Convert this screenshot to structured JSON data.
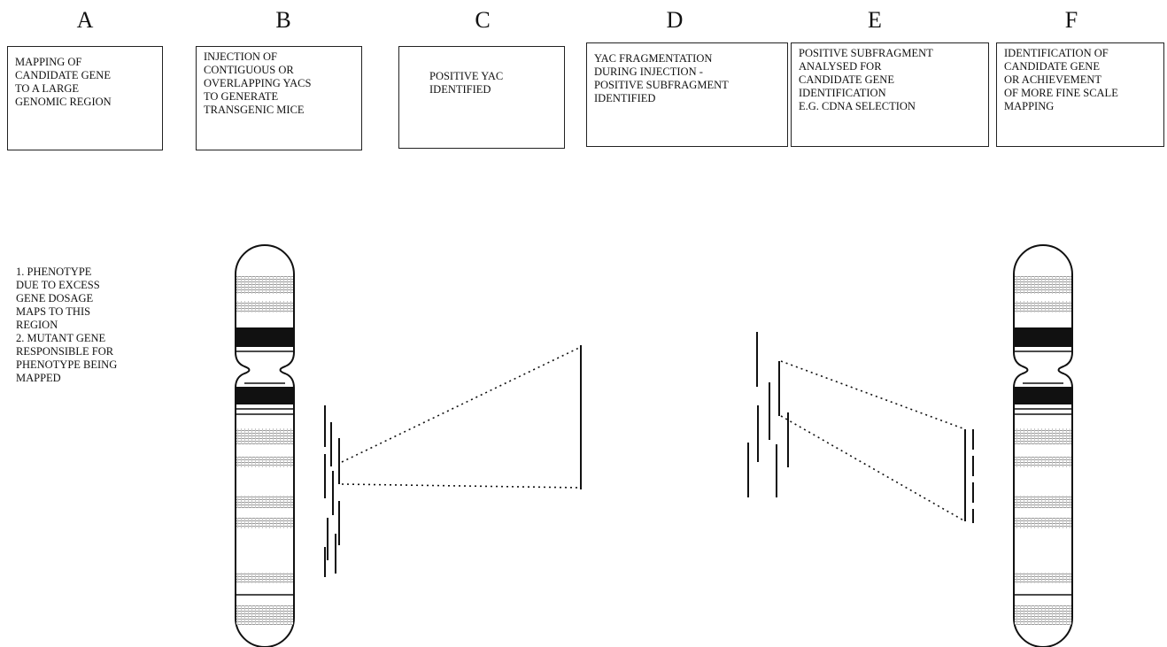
{
  "columns": [
    {
      "letter": "A",
      "text": "MAPPING OF\nCANDIDATE GENE\nTO A LARGE\nGENOMIC REGION"
    },
    {
      "letter": "B",
      "text": "INJECTION OF\nCONTIGUOUS OR\nOVERLAPPING YACS\nTO GENERATE\nTRANSGENIC MICE"
    },
    {
      "letter": "C",
      "text": "POSITIVE YAC\nIDENTIFIED"
    },
    {
      "letter": "D",
      "text": "YAC FRAGMENTATION\nDURING INJECTION -\nPOSITIVE SUBFRAGMENT\nIDENTIFIED"
    },
    {
      "letter": "E",
      "text": "POSITIVE SUBFRAGMENT\nANALYSED FOR\nCANDIDATE GENE\nIDENTIFICATION\ne.g. cDNA SELECTION"
    },
    {
      "letter": "F",
      "text": "IDENTIFICATION OF\nCANDIDATE GENE\nOR ACHIEVEMENT\nOF MORE FINE SCALE\n MAPPING"
    }
  ],
  "note": "1. PHENOTYPE\nDUE TO EXCESS\nGENE DOSAGE\nMAPS TO THIS\nREGION\n2. MUTANT GENE\nRESPONSIBLE FOR\nPHENOTYPE BEING\nMAPPED"
}
